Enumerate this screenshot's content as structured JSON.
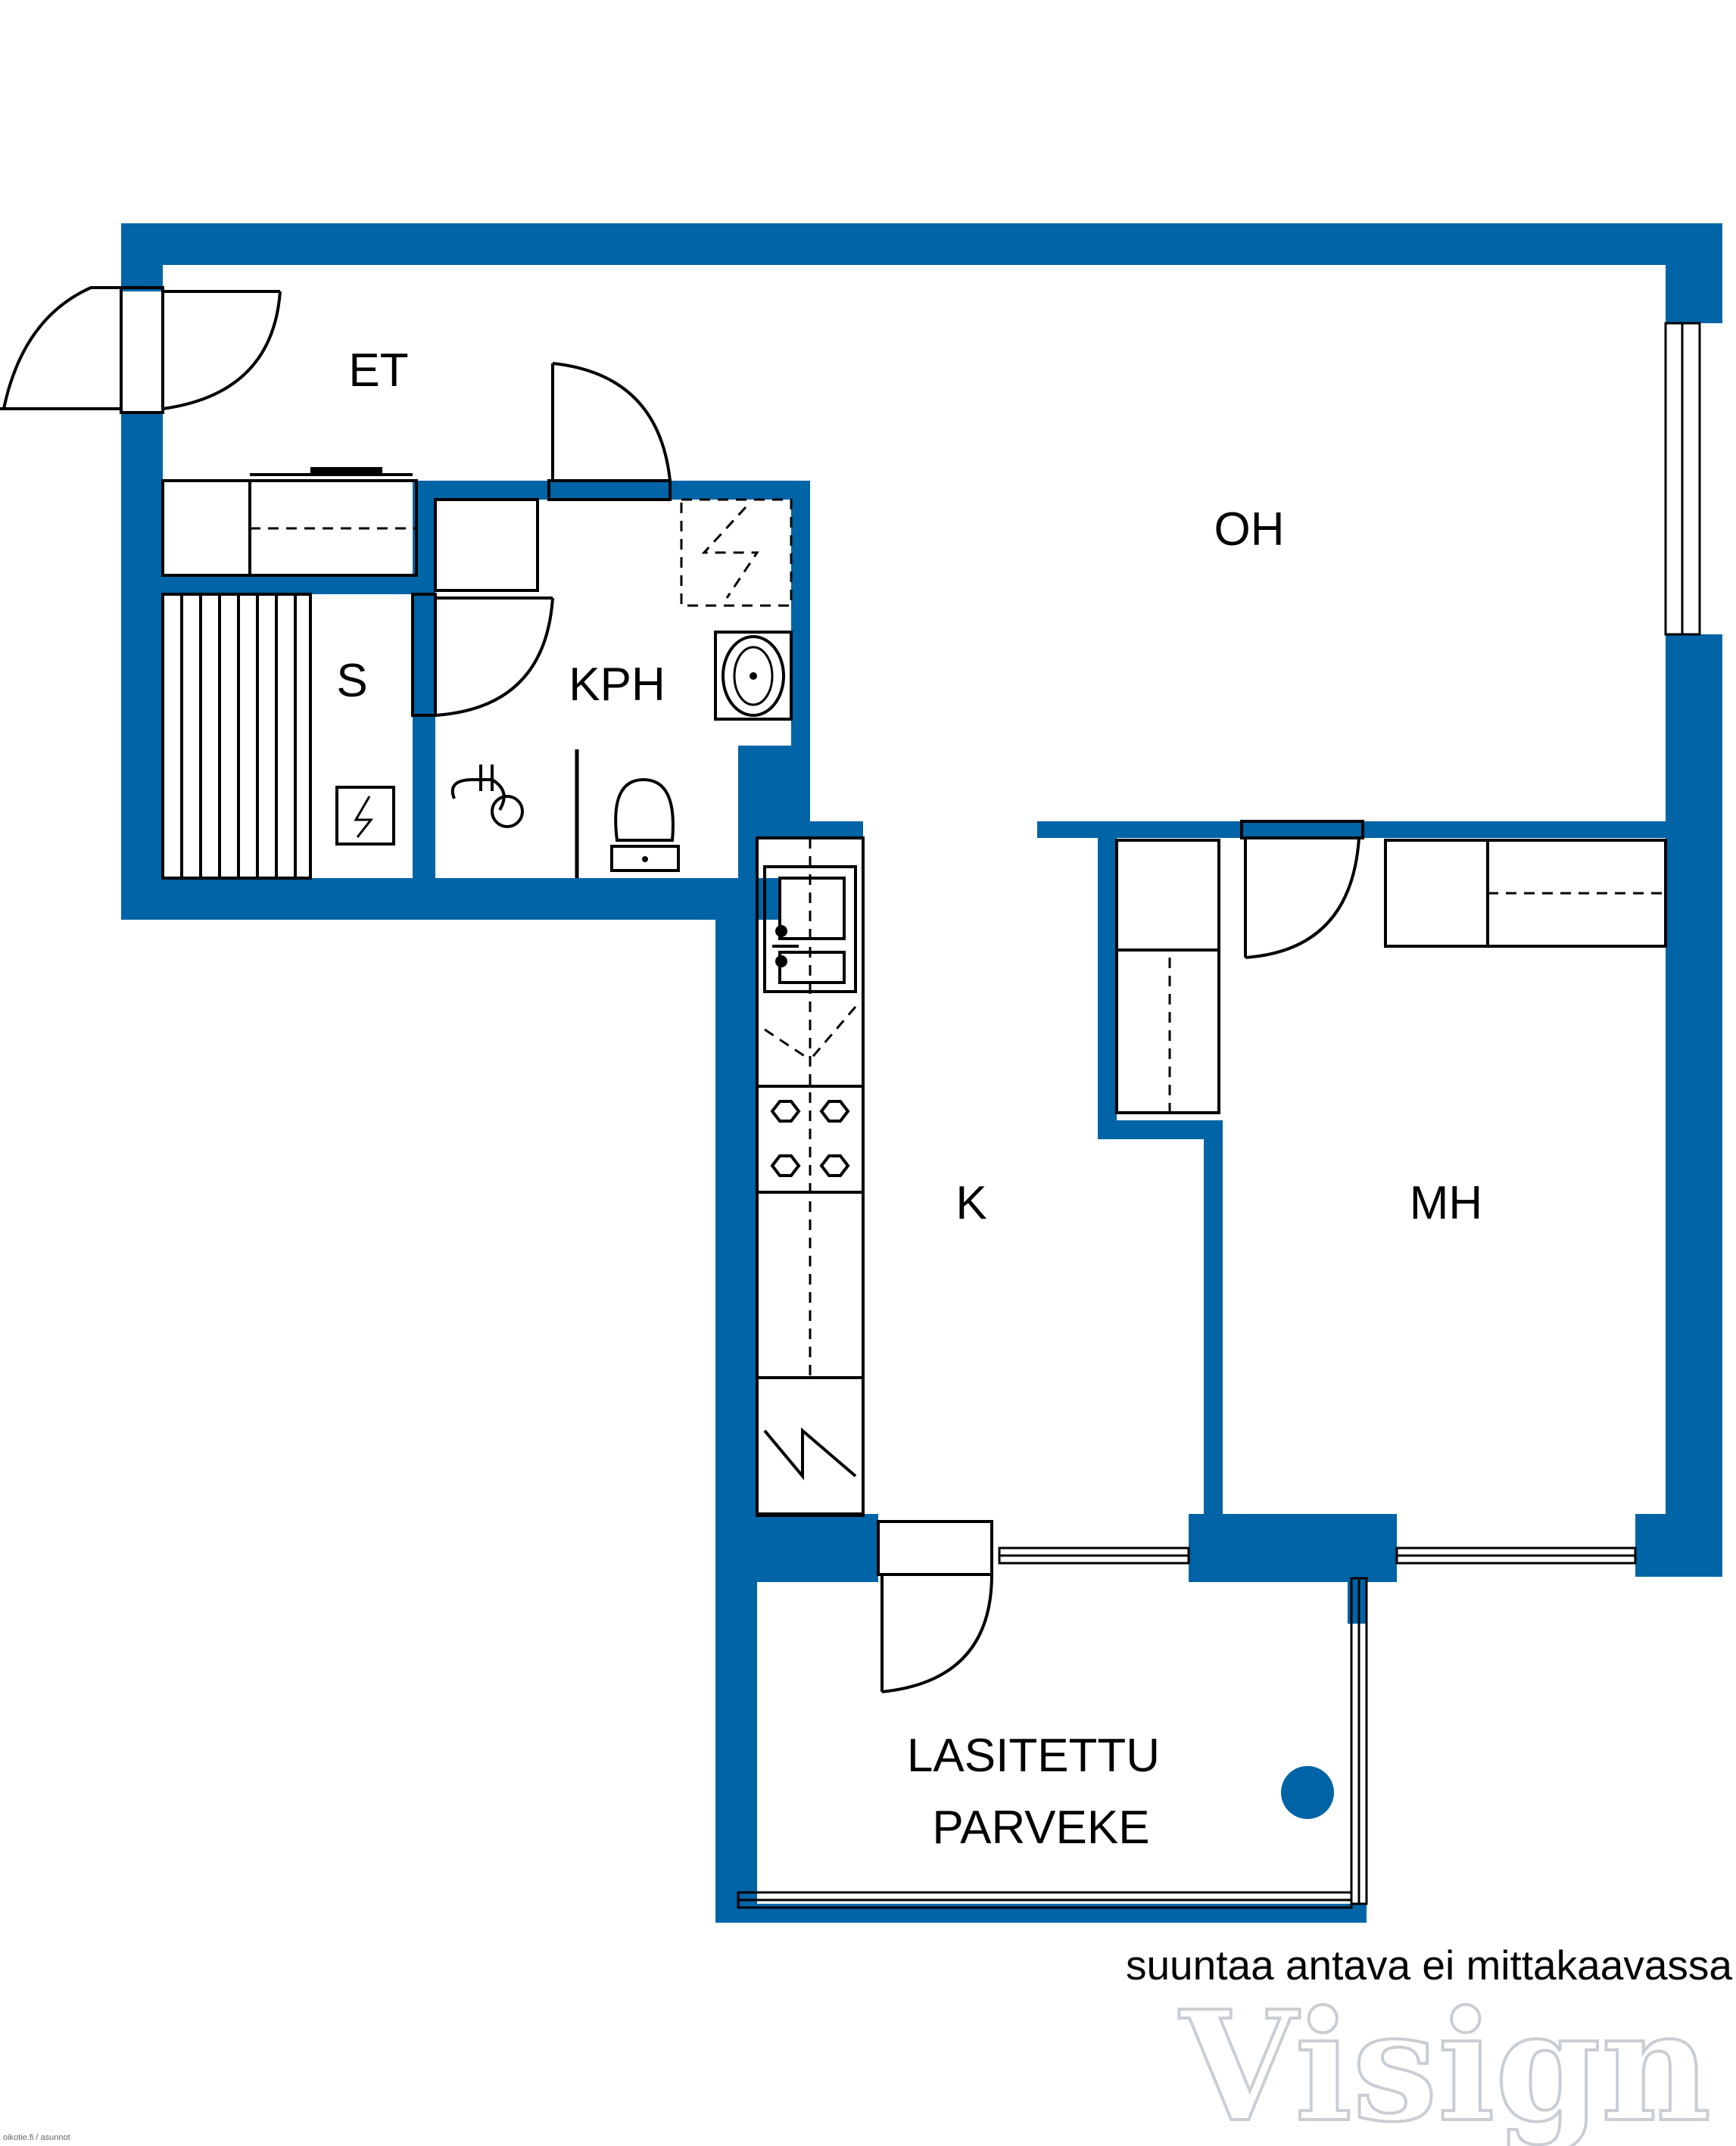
{
  "colors": {
    "wall": "#0064a6",
    "line": "#000000",
    "watermark": "#cfd3d8",
    "background": "#ffffff"
  },
  "rooms": {
    "et": "ET",
    "oh": "OH",
    "s": "S",
    "kph": "KPH",
    "k": "K",
    "mh": "MH",
    "balcony_line1": "LASITETTU",
    "balcony_line2": "PARVEKE"
  },
  "note": "suuntaa antava ei mittakaavassa",
  "watermark": "Visign",
  "credit": "oikotie.fi / asunnot",
  "icons": [
    "front-door-icon",
    "door-swing-icon",
    "sauna-bench-icon",
    "sauna-stove-icon",
    "shower-icon",
    "toilet-icon",
    "washbasin-icon",
    "sink-icon",
    "stove-icon",
    "fridge-icon",
    "wardrobe-icon",
    "window-icon",
    "drain-icon"
  ]
}
